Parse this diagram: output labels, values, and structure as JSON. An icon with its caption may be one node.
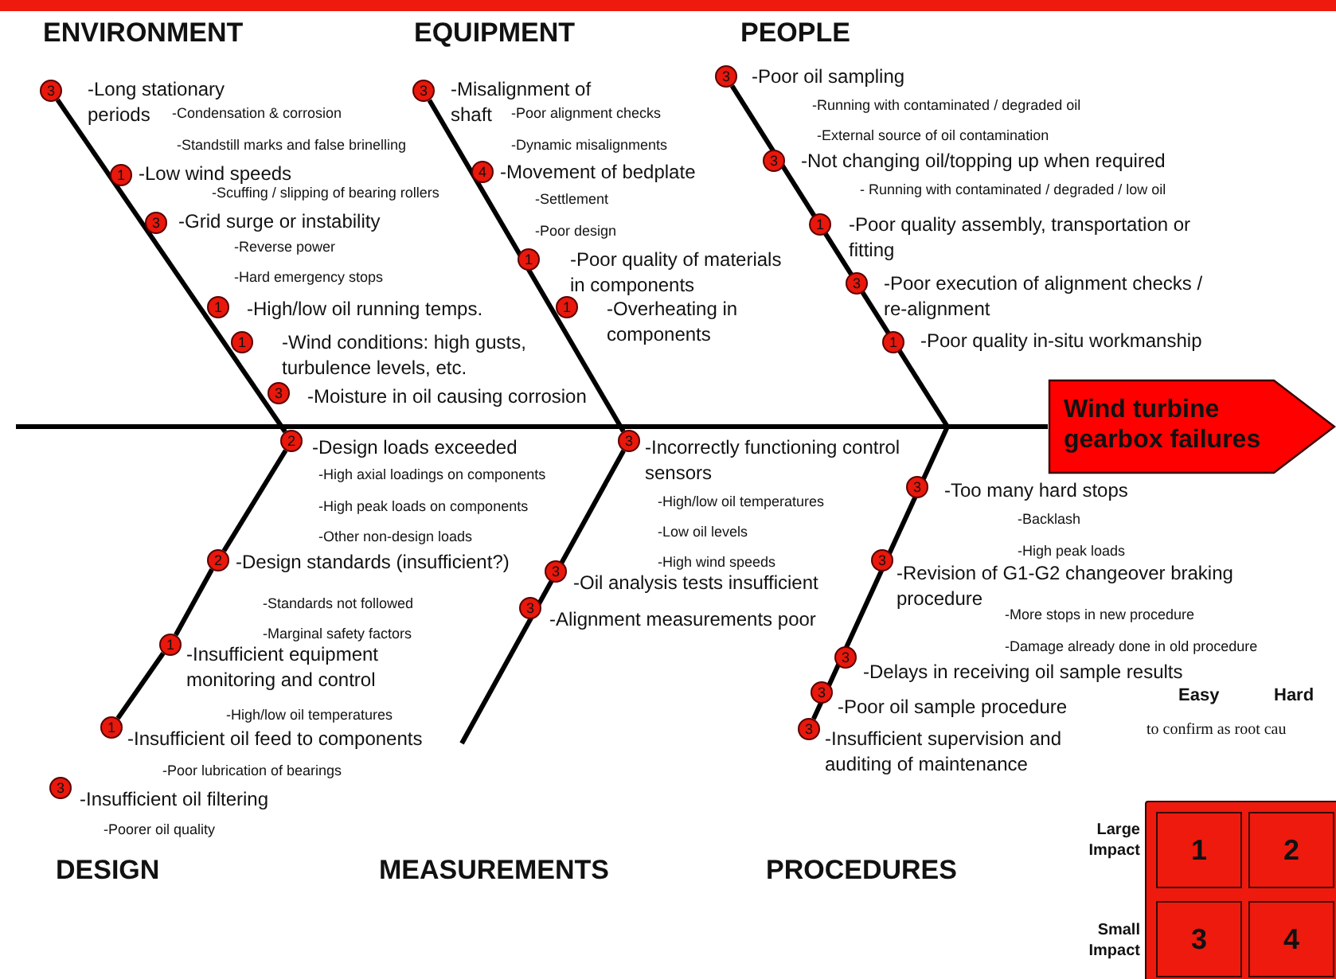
{
  "diagram": {
    "nodes": [
      {
        "text": [
          "3"
        ],
        "beside": [
          "-Long stationary periods",
          "-Condensation & corrosion",
          "-Standstill marks and false brinelling"
        ]
      },
      {
        "text": [
          "1"
        ],
        "beside": [
          "-Low wind speeds",
          "-Scuffing / slipping of bearing rollers"
        ]
      },
      {
        "text": [
          "3"
        ],
        "beside": [
          "-Grid surge or instability",
          "-Reverse power",
          "-Hard emergency stops"
        ]
      },
      {
        "text": [
          "1"
        ],
        "beside": [
          "-High/low oil running temps."
        ]
      },
      {
        "text": [
          "1"
        ]
      },
      {
        "text": [
          "3"
        ],
        "beside": [
          "-Moisture in oil causing corrosion"
        ]
      },
      {
        "text": [
          "3"
        ],
        "beside": [
          "-Misalignment of shaft",
          "-Poor alignment checks",
          "-Dynamic misalignments"
        ]
      },
      {
        "text": [
          "4"
        ],
        "beside": [
          "-Movement of bedplate",
          "-Settlement"
        ]
      },
      {
        "text": [
          "1"
        ]
      },
      {
        "text": [
          "1"
        ],
        "beside": [
          "-Overheating in components"
        ]
      },
      {
        "text": [
          "3"
        ],
        "beside": [
          "-Poor oil sampling",
          "-Running with contaminated / degraded oil",
          "-External source of oil contamination"
        ]
      },
      {
        "text": [
          "3"
        ],
        "beside": [
          "-Not changing oil/topping up when required",
          "- Running with contaminated / degraded / low oil"
        ]
      },
      {
        "text": [
          "1"
        ],
        "beside": [
          "-Poor quality assembly, transportation or fitting"
        ]
      },
      {
        "text": [
          "3"
        ],
        "beside": [
          "-Poor execution of alignment checks / re-alignment"
        ]
      },
      {
        "text": [
          "1"
        ],
        "beside": [
          "-Poor quality in-situ workmanship"
        ]
      },
      {
        "text": [
          "2"
        ],
        "beside": [
          "-Design loads exceeded",
          "-High axial loadings on components",
          "-High peak loads on components",
          "-Other non-design loads"
        ]
      },
      {
        "text": [
          "2"
        ],
        "beside": [
          "-Design standards (insufficient?)",
          "-Standards not followed",
          "-Marginal safety factors"
        ]
      },
      {
        "text": [
          "1"
        ],
        "beside": [
          "-Insufficient equipment monitoring and control",
          "-High/low oil temperatures"
        ]
      },
      {
        "text": [
          "1"
        ],
        "beside": [
          "-Insufficient oil feed to components",
          "-Poor lubrication of bearings"
        ]
      },
      {
        "text": [
          "3"
        ],
        "beside": [
          "-Insufficient oil filtering",
          "-Poorer oil quality"
        ]
      },
      {
        "text": [
          "3"
        ],
        "beside": [
          "-Incorrectly functioning control sensors",
          "-High/low oil temperatures",
          "-Low oil levels",
          "-High wind speeds"
        ]
      },
      {
        "text": [
          "3"
        ],
        "beside": [
          "-Oil analysis tests insufficient"
        ]
      },
      {
        "text": [
          "3"
        ],
        "beside": [
          "-Alignment measurements poor"
        ]
      },
      {
        "text": [
          "3"
        ],
        "beside": [
          "-Too many hard stops",
          "-Backlash",
          "-High peak loads"
        ]
      },
      {
        "text": [
          "3"
        ],
        "beside": [
          "-Revision of G1-G2 changeover braking procedure",
          "-More stops in new procedure",
          "-Damage already done in old procedure"
        ]
      },
      {
        "text": [
          "3"
        ],
        "beside": [
          "-Delays in receiving oil sample results"
        ]
      },
      {
        "text": [
          "3"
        ],
        "beside": [
          "-Poor oil sample procedure"
        ]
      },
      {
        "text": [
          "3"
        ],
        "beside": [
          "-Insufficient supervision and auditing of maintenance"
        ]
      },
      {
        "text": [
          "Wind turbine gearbox failures"
        ]
      },
      {
        "text": [],
        "shape": "box"
      },
      {
        "text": [
          "1"
        ],
        "in": 29
      },
      {
        "text": [
          "2"
        ],
        "in": 29
      },
      {
        "text": [
          "3"
        ],
        "in": 29
      },
      {
        "text": [
          "4"
        ],
        "in": 29
      }
    ],
    "edges": [
      {
        "from": null,
        "to": 28,
        "arrow": "none"
      },
      {
        "from": 0,
        "to": 15,
        "arrow": "none"
      },
      {
        "from": 6,
        "to": 20,
        "arrow": "none"
      },
      {
        "from": 10,
        "to": null,
        "arrow": "none"
      },
      {
        "from": 15,
        "to": 16,
        "arrow": "none"
      },
      {
        "from": 20,
        "to": null,
        "arrow": "none"
      },
      {
        "from": null,
        "to": 27,
        "arrow": "none"
      },
      {
        "from": 16,
        "to": 17,
        "arrow": "none"
      },
      {
        "from": 17,
        "to": 18,
        "arrow": "none"
      }
    ],
    "labels": [
      "ENVIRONMENT",
      "EQUIPMENT",
      "PEOPLE",
      "-Poor design",
      "-Poor quality of materials in components",
      "-Wind conditions: high gusts, turbulence levels, etc.",
      "Easy",
      "Hard",
      "to confirm as root cau",
      "Large Impact",
      "DESIGN",
      "MEASUREMENTS",
      "PROCEDURES",
      "Small Impact"
    ]
  }
}
